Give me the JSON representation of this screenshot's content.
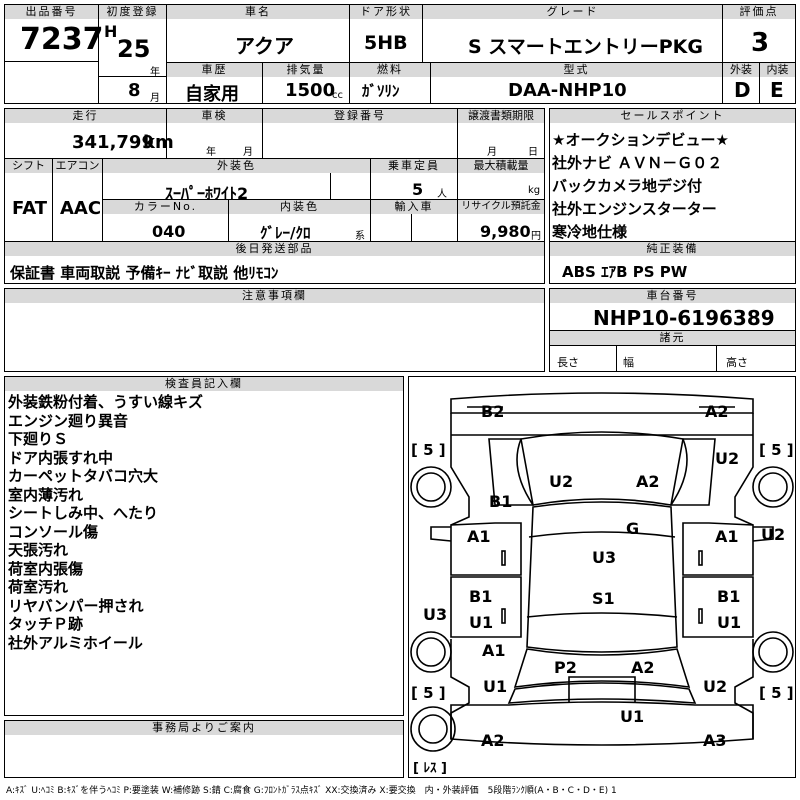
{
  "header": {
    "lot_label": "出品番号",
    "lot_value": "7237",
    "first_reg_label": "初度登録",
    "era_mark": "H",
    "year_value": "25",
    "year_unit": "年",
    "month_value": "8",
    "month_unit": "月",
    "car_name_label": "車名",
    "car_name_value": "アクア",
    "door_label": "ドア形状",
    "door_value": "5HB",
    "grade_label": "グレード",
    "grade_value": "S スマートエントリーPKG",
    "score_label": "評価点",
    "score_value": "3",
    "history_label": "車歴",
    "history_value": "自家用",
    "displacement_label": "排気量",
    "displacement_value": "1500",
    "displacement_unit": "cc",
    "fuel_label": "燃料",
    "fuel_value": "ｶﾞｿﾘﾝ",
    "model_label": "型式",
    "model_value": "DAA-NHP10",
    "exterior_label": "外装",
    "exterior_value": "D",
    "interior_label": "内装",
    "interior_value": "E"
  },
  "row2": {
    "mileage_label": "走行",
    "mileage_value": "341,799",
    "mileage_unit": "km",
    "inspection_label": "車検",
    "inspection_year": "年",
    "inspection_month": "月",
    "registration_label": "登録番号",
    "transfer_label": "譲渡書類期限",
    "transfer_month": "月",
    "transfer_day": "日",
    "shift_label": "シフト",
    "shift_value": "FAT",
    "ac_label": "エアコン",
    "ac_value": "AAC",
    "color_label": "外装色",
    "color_value": "ｽｰﾊﾟｰﾎﾜｲﾄ2",
    "capacity_label": "乗車定員",
    "capacity_value": "5",
    "capacity_unit": "人",
    "load_label": "最大積載量",
    "load_unit": "kg",
    "color_no_label": "カラーNo.",
    "color_no_value": "040",
    "interior_color_label": "内装色",
    "interior_color_value": "ｸﾞﾚｰ/ｸﾛ",
    "interior_color_unit": "系",
    "import_label": "輸入車",
    "recycle_label": "リサイクル預託金",
    "recycle_value": "9,980",
    "recycle_unit": "円"
  },
  "parts": {
    "label": "後日発送部品",
    "value": "保証書 車両取説 予備ｷｰ ﾅﾋﾞ取説 他ﾘﾓｺﾝ"
  },
  "notes": {
    "label": "注意事項欄"
  },
  "sales": {
    "label": "セールスポイント",
    "items": [
      "★オークションデビュー★",
      "社外ナビ ＡＶＮ－Ｇ０２",
      "バックカメラ地デジ付",
      "社外エンジンスターター",
      "寒冷地仕様"
    ]
  },
  "equipment": {
    "label": "純正装備",
    "value": "ABS ｴｱB PS PW"
  },
  "chassis": {
    "label": "車台番号",
    "value": "NHP10-6196389",
    "specs_label": "諸元",
    "length_label": "長さ",
    "width_label": "幅",
    "height_label": "高さ"
  },
  "inspector": {
    "label": "検査員記入欄",
    "items": [
      "外装鉄粉付着、うすい線キズ",
      "エンジン廻り異音",
      "下廻りＳ",
      "ドア内張すれ中",
      "カーペットタバコ穴大",
      "室内薄汚れ",
      "シートしみ中、へたり",
      "コンソール傷",
      "天張汚れ",
      "荷室内張傷",
      "荷室汚れ",
      "リヤバンパー押され",
      "タッチＰ跡",
      "社外アルミホイール"
    ]
  },
  "diagram": {
    "marks": {
      "rear_left": "B2",
      "rear_right": "A2",
      "tire_rl": "[ 5 ]",
      "tire_rr": "[ 5 ]",
      "tire_fl": "[ 5 ]",
      "tire_fr": "[ 5 ]",
      "quarter_right": "U2",
      "rear_glass_left": "U2",
      "rear_glass_right": "A2",
      "pillar_left": "B1",
      "rear_door_left": "A1",
      "rear_door_right": "A1",
      "side_right": "U2",
      "roof_g": "G",
      "roof_u3": "U3",
      "roof_s1": "S1",
      "front_door_left_b": "B1",
      "front_door_left_u": "U1",
      "front_door_right_b": "B1",
      "front_door_right_u": "U1",
      "side_left": "U3",
      "fender_left_a": "A1",
      "fender_left_u": "U1",
      "hood_p": "P2",
      "hood_a": "A2",
      "fender_right_u": "U2",
      "bumper_u": "U1",
      "front_left": "A2",
      "front_right": "A3",
      "spare": "[ ﾚｽ ]"
    }
  },
  "office": {
    "label": "事務局よりご案内"
  },
  "legend": "A:ｷｽﾞ U:ﾍｺﾐ B:ｷｽﾞを伴うﾍｺﾐ P:要塗装 W:補修跡 S:錆 C:腐食 G:ﾌﾛﾝﾄｶﾞﾗｽ点ｷｽﾞ XX:交換済み X:要交換　内・外装評価　5段階ﾗﾝｸ順(A・B・C・D・E) 1"
}
